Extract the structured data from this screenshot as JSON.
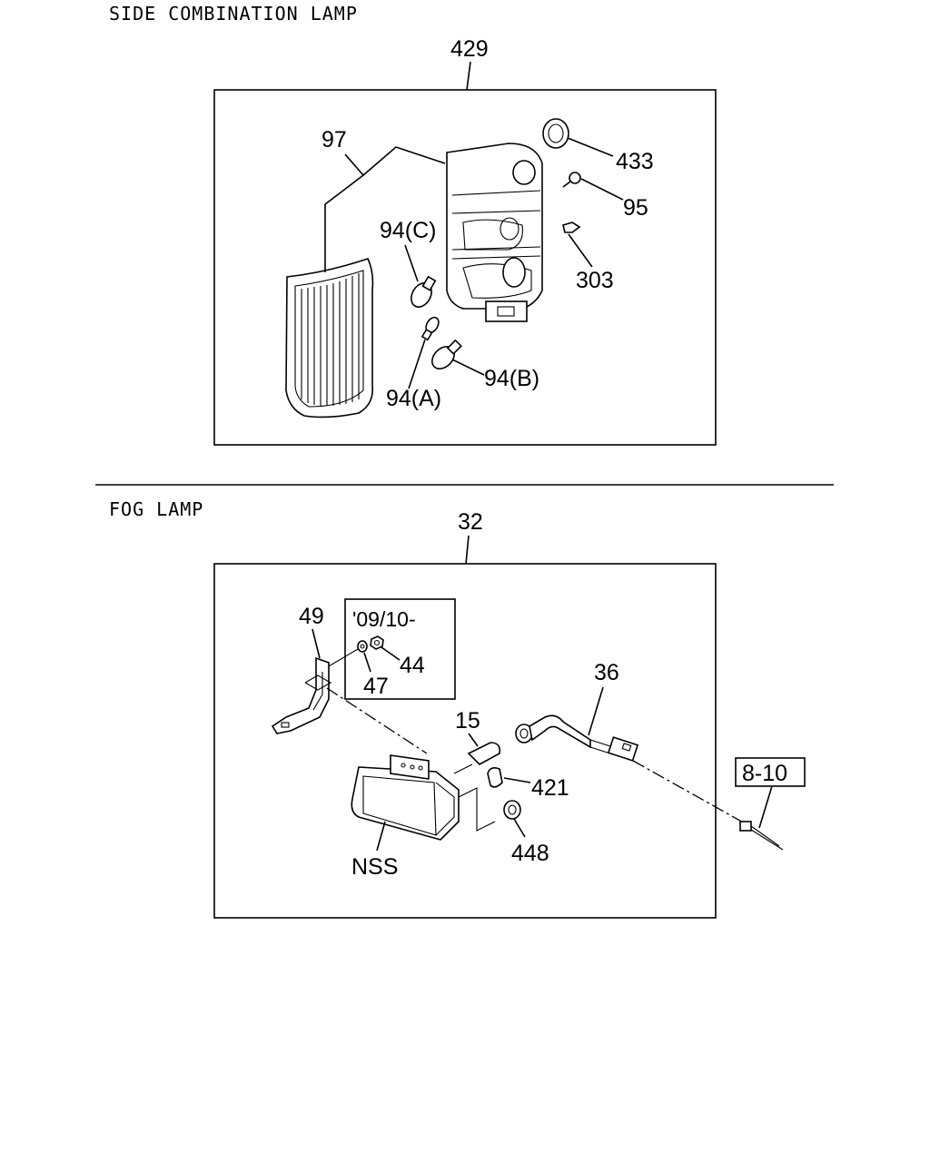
{
  "sections": [
    {
      "title": "SIDE COMBINATION LAMP",
      "assembly_ref": "429",
      "labels": {
        "p97": "97",
        "p433": "433",
        "p95": "95",
        "p94c": "94(C)",
        "p303": "303",
        "p94a": "94(A)",
        "p94b": "94(B)"
      }
    },
    {
      "title": "FOG LAMP",
      "assembly_ref": "32",
      "inset_date": "'09/10-",
      "labels": {
        "p49": "49",
        "p44": "44",
        "p47": "47",
        "p36": "36",
        "p15": "15",
        "p421": "421",
        "p448": "448",
        "nss": "NSS",
        "ref810": "8-10"
      }
    }
  ]
}
